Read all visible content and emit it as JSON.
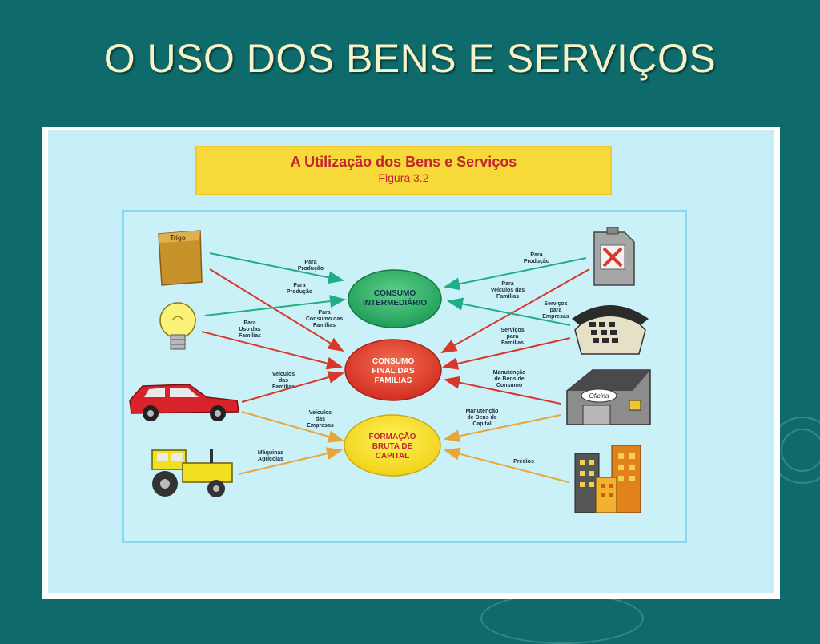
{
  "slide": {
    "title": "O USO DOS BENS E SERVIÇOS"
  },
  "figure": {
    "title": "A Utilização dos Bens e Serviços",
    "subtitle": "Figura 3.2"
  },
  "nodes": {
    "intermediario": [
      "CONSUMO",
      "INTERMEDIÁRIO"
    ],
    "final": [
      "CONSUMO",
      "FINAL DAS",
      "FAMÍLIAS"
    ],
    "capital": [
      "FORMAÇÃO",
      "BRUTA DE",
      "CAPITAL"
    ]
  },
  "items": {
    "trigo": "Trigo",
    "oficina": "Oficina"
  },
  "labels": {
    "trigo_para_producao": [
      "Para",
      "Produção"
    ],
    "lampada_para_producao": [
      "Para",
      "Produção"
    ],
    "lampada_consumo_familias": [
      "Para",
      "Consumo das",
      "Famílias"
    ],
    "trigo_uso_familias": [
      "Para",
      "Uso das",
      "Famílias"
    ],
    "carro_veiculos_familias": [
      "Veículos",
      "das",
      "Famílias"
    ],
    "carro_veiculos_empresas": [
      "Veículos",
      "das",
      "Empresas"
    ],
    "trator_maquinas": [
      "Máquinas",
      "Agrícolas"
    ],
    "combustivel_para_producao": [
      "Para",
      "Produção"
    ],
    "combustivel_veiculos_familias": [
      "Para",
      "Veículos das",
      "Famílias"
    ],
    "telefone_servicos_empresas": [
      "Serviços",
      "para",
      "Empresas"
    ],
    "telefone_servicos_familias": [
      "Serviços",
      "para",
      "Famílias"
    ],
    "oficina_manutencao_consumo": [
      "Manutenção",
      "de Bens de",
      "Consumo"
    ],
    "oficina_manutencao_capital": [
      "Manutenção",
      "de Bens de",
      "Capital"
    ],
    "predios": [
      "Prédios"
    ]
  },
  "colors": {
    "background": "#0f6b6b",
    "title_text": "#f7f2c8",
    "banner": "#f8d93a",
    "banner_text": "#c0282d",
    "intermediario": "#2fb36a",
    "final": "#e8442f",
    "capital": "#f5e21f",
    "arrow_green": "#1fae86",
    "arrow_red": "#d6382c",
    "arrow_orange": "#e8a53a"
  }
}
